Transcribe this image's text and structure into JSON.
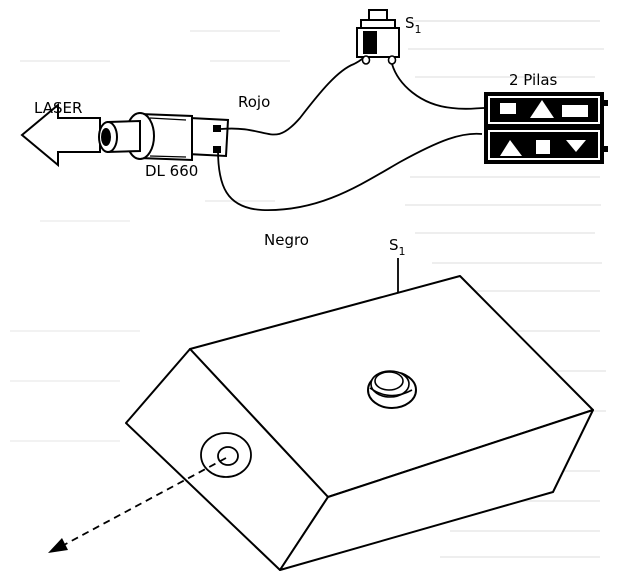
{
  "labels": {
    "laser": "LASER",
    "module": "DL 660",
    "red_wire": "Rojo",
    "black_wire": "Negro",
    "switch_top": "S",
    "switch_top_sub": "1",
    "batteries": "2 Pilas",
    "switch_box": "S",
    "switch_box_sub": "1"
  },
  "colors": {
    "line": "#000000",
    "paper": "#ffffff",
    "bleed_through": "#d9d9d9"
  }
}
